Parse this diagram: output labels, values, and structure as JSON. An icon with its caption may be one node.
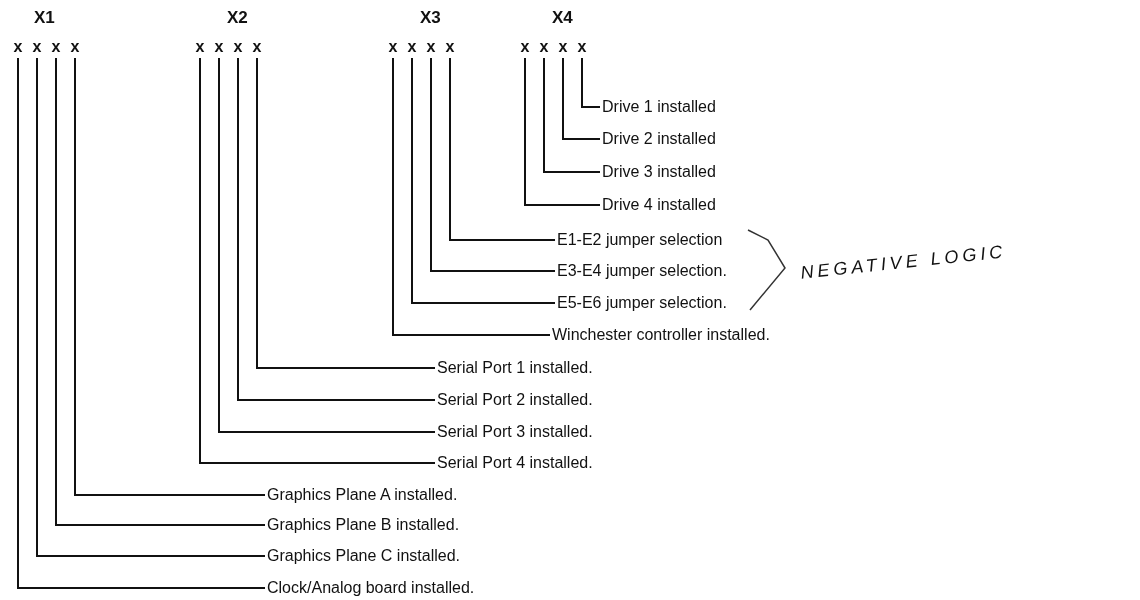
{
  "diagram": {
    "nodes": [
      {
        "text": [
          "x"
        ]
      },
      {
        "text": [
          "x"
        ]
      },
      {
        "text": [
          "x"
        ]
      },
      {
        "text": [
          "x"
        ]
      },
      {
        "text": [
          "x"
        ]
      },
      {
        "text": [
          "x"
        ]
      },
      {
        "text": [
          "x"
        ]
      },
      {
        "text": [
          "x"
        ]
      },
      {
        "text": [
          "x"
        ]
      },
      {
        "text": [
          "x"
        ]
      },
      {
        "text": [
          "x"
        ]
      },
      {
        "text": [
          "x"
        ]
      },
      {
        "text": [
          "x"
        ]
      },
      {
        "text": [
          "x"
        ]
      },
      {
        "text": [
          "x"
        ]
      },
      {
        "text": [
          "x"
        ]
      },
      {
        "text": [
          "Drive 1 installed"
        ]
      },
      {
        "text": [
          "Drive 2 installed"
        ]
      },
      {
        "text": [
          "Drive 3 installed"
        ]
      },
      {
        "text": [
          "Drive 4 installed"
        ]
      },
      {
        "text": [
          "E1-E2 jumper selection"
        ]
      },
      {
        "text": [
          "E3-E4 jumper selection."
        ]
      },
      {
        "text": [
          "E5-E6 jumper selection."
        ]
      },
      {
        "text": [
          "Winchester controller installed."
        ]
      },
      {
        "text": [
          "Serial Port 1 installed."
        ]
      },
      {
        "text": [
          "Serial Port 2 installed."
        ]
      },
      {
        "text": [
          "Serial Port 3 installed."
        ]
      },
      {
        "text": [
          "Serial Port 4 installed."
        ]
      },
      {
        "text": [
          "Graphics Plane A installed."
        ]
      },
      {
        "text": [
          "Graphics Plane B installed."
        ]
      },
      {
        "text": [
          "Graphics Plane C installed."
        ]
      },
      {
        "text": [
          "Clock/Analog board installed."
        ]
      }
    ],
    "edges": [
      {
        "from": 16,
        "to": 15,
        "arrow": "none"
      },
      {
        "from": 17,
        "to": 14,
        "arrow": "none"
      },
      {
        "from": 18,
        "to": 13,
        "arrow": "none"
      },
      {
        "from": 19,
        "to": 12,
        "arrow": "none"
      },
      {
        "from": 20,
        "to": 11,
        "arrow": "none"
      },
      {
        "from": 21,
        "to": 10,
        "arrow": "none"
      },
      {
        "from": 22,
        "to": 9,
        "arrow": "none"
      },
      {
        "from": 23,
        "to": 8,
        "arrow": "none"
      },
      {
        "from": 24,
        "to": 7,
        "arrow": "none"
      },
      {
        "from": 25,
        "to": 6,
        "arrow": "none"
      },
      {
        "from": 26,
        "to": 5,
        "arrow": "none"
      },
      {
        "from": 27,
        "to": 4,
        "arrow": "none"
      },
      {
        "from": 28,
        "to": 3,
        "arrow": "none"
      },
      {
        "from": 29,
        "to": 2,
        "arrow": "none"
      },
      {
        "from": 30,
        "to": 1,
        "arrow": "none"
      },
      {
        "from": 31,
        "to": 0,
        "arrow": "none"
      }
    ],
    "labels": [
      "X1",
      "X2",
      "X3",
      "X4",
      "NEGATIVE LOGIC"
    ]
  }
}
